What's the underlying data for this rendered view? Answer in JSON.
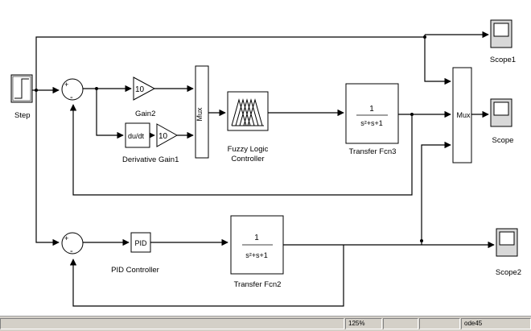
{
  "blocks": {
    "step": "Step",
    "gain2_value": "10",
    "gain2": "Gain2",
    "derivative_symbol": "du/dt",
    "derivative": "Derivative",
    "gain1_value": "10",
    "gain1": "Gain1",
    "mux1": "Mux",
    "fuzzy_line1": "Fuzzy Logic",
    "fuzzy_line2": "Controller",
    "tf3_num": "1",
    "tf3_den": "s²+s+1",
    "tf3": "Transfer Fcn3",
    "mux2": "Mux",
    "scope1": "Scope1",
    "scope": "Scope",
    "pid_symbol": "PID",
    "pid": "PID Controller",
    "tf2_num": "1",
    "tf2_den": "s²+s+1",
    "tf2": "Transfer Fcn2",
    "scope2": "Scope2",
    "sum_plus": "+",
    "sum_minus": "-"
  },
  "statusbar": {
    "zoom": "125%",
    "solver": "ode45"
  }
}
